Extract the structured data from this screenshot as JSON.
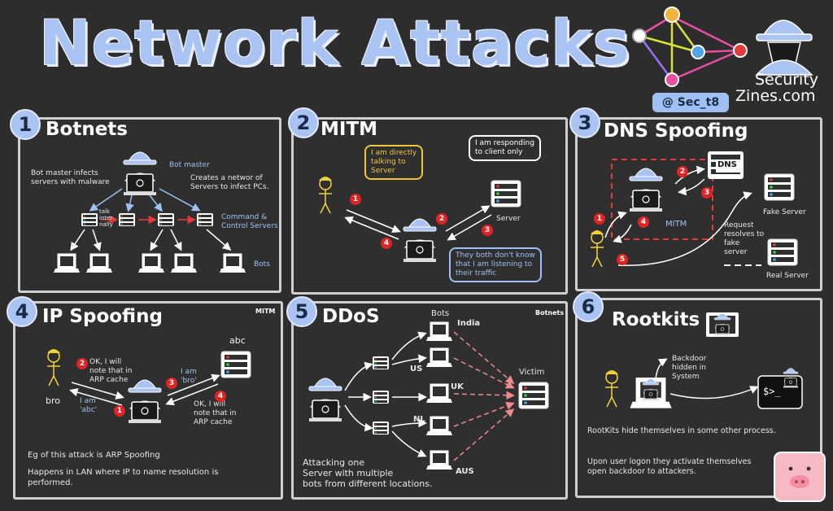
{
  "title": "Network Attacks",
  "brand": {
    "handle": "@ Sec_t8",
    "name_line1": "Security",
    "name_line2": "Zines.com"
  },
  "panels": {
    "p1": {
      "num": "1",
      "title": "Botnets",
      "note_left": "Bot master infects\nservers with malware",
      "bot_master": "Bot master",
      "note_right": "Creates a networ of\nServers to infect PCs.",
      "talk": "talk\ninter-\nnally",
      "cc": "Command &\nControl Servers",
      "bots": "Bots"
    },
    "p2": {
      "num": "2",
      "title": "MITM",
      "bubble_victim": "I am directly\ntalking to\nServer",
      "bubble_server": "I am responding\nto client only",
      "server": "Server",
      "bubble_attacker": "They both don't know\nthat I am listening to\ntheir traffic",
      "steps": [
        "1",
        "2",
        "3",
        "4"
      ]
    },
    "p3": {
      "num": "3",
      "title": "DNS Spoofing",
      "dns": "DNS",
      "fake": "Fake Server",
      "mitm": "MITM",
      "request": "Request\nresolves to\nfake\nserver",
      "real": "Real Server",
      "steps": [
        "1",
        "2",
        "3",
        "4",
        "5"
      ]
    },
    "p4": {
      "num": "4",
      "title": "IP Spoofing",
      "corner": "MITM",
      "abc": "abc",
      "bro": "bro",
      "reply_left": "OK, I will\nnote that in\nARP cache",
      "i_am_bro": "I am\n'bro'",
      "i_am_abc": "I am\n'abc'",
      "reply_right": "OK, I will\nnote that in\nARP cache",
      "note1": "Eg of this attack is ARP Spoofing",
      "note2": "Happens in LAN where IP to name resolution is\nperformed.",
      "steps": [
        "1",
        "2",
        "3",
        "4"
      ]
    },
    "p5": {
      "num": "5",
      "title": "DDoS",
      "corner": "Botnets",
      "bots": "Bots",
      "countries": [
        "India",
        "US",
        "UK",
        "NL",
        "AUS"
      ],
      "victim": "Victim",
      "note": "Attacking one\nServer with multiple\nbots from different locations."
    },
    "p6": {
      "num": "6",
      "title": "Rootkits",
      "backdoor": "Backdoor\nhidden in\nSystem",
      "terminal": "$>_",
      "note1": "RootKits hide themselves in some other process.",
      "note2": "Upon user logon they activate themselves\nopen backdoor to attackers."
    }
  }
}
